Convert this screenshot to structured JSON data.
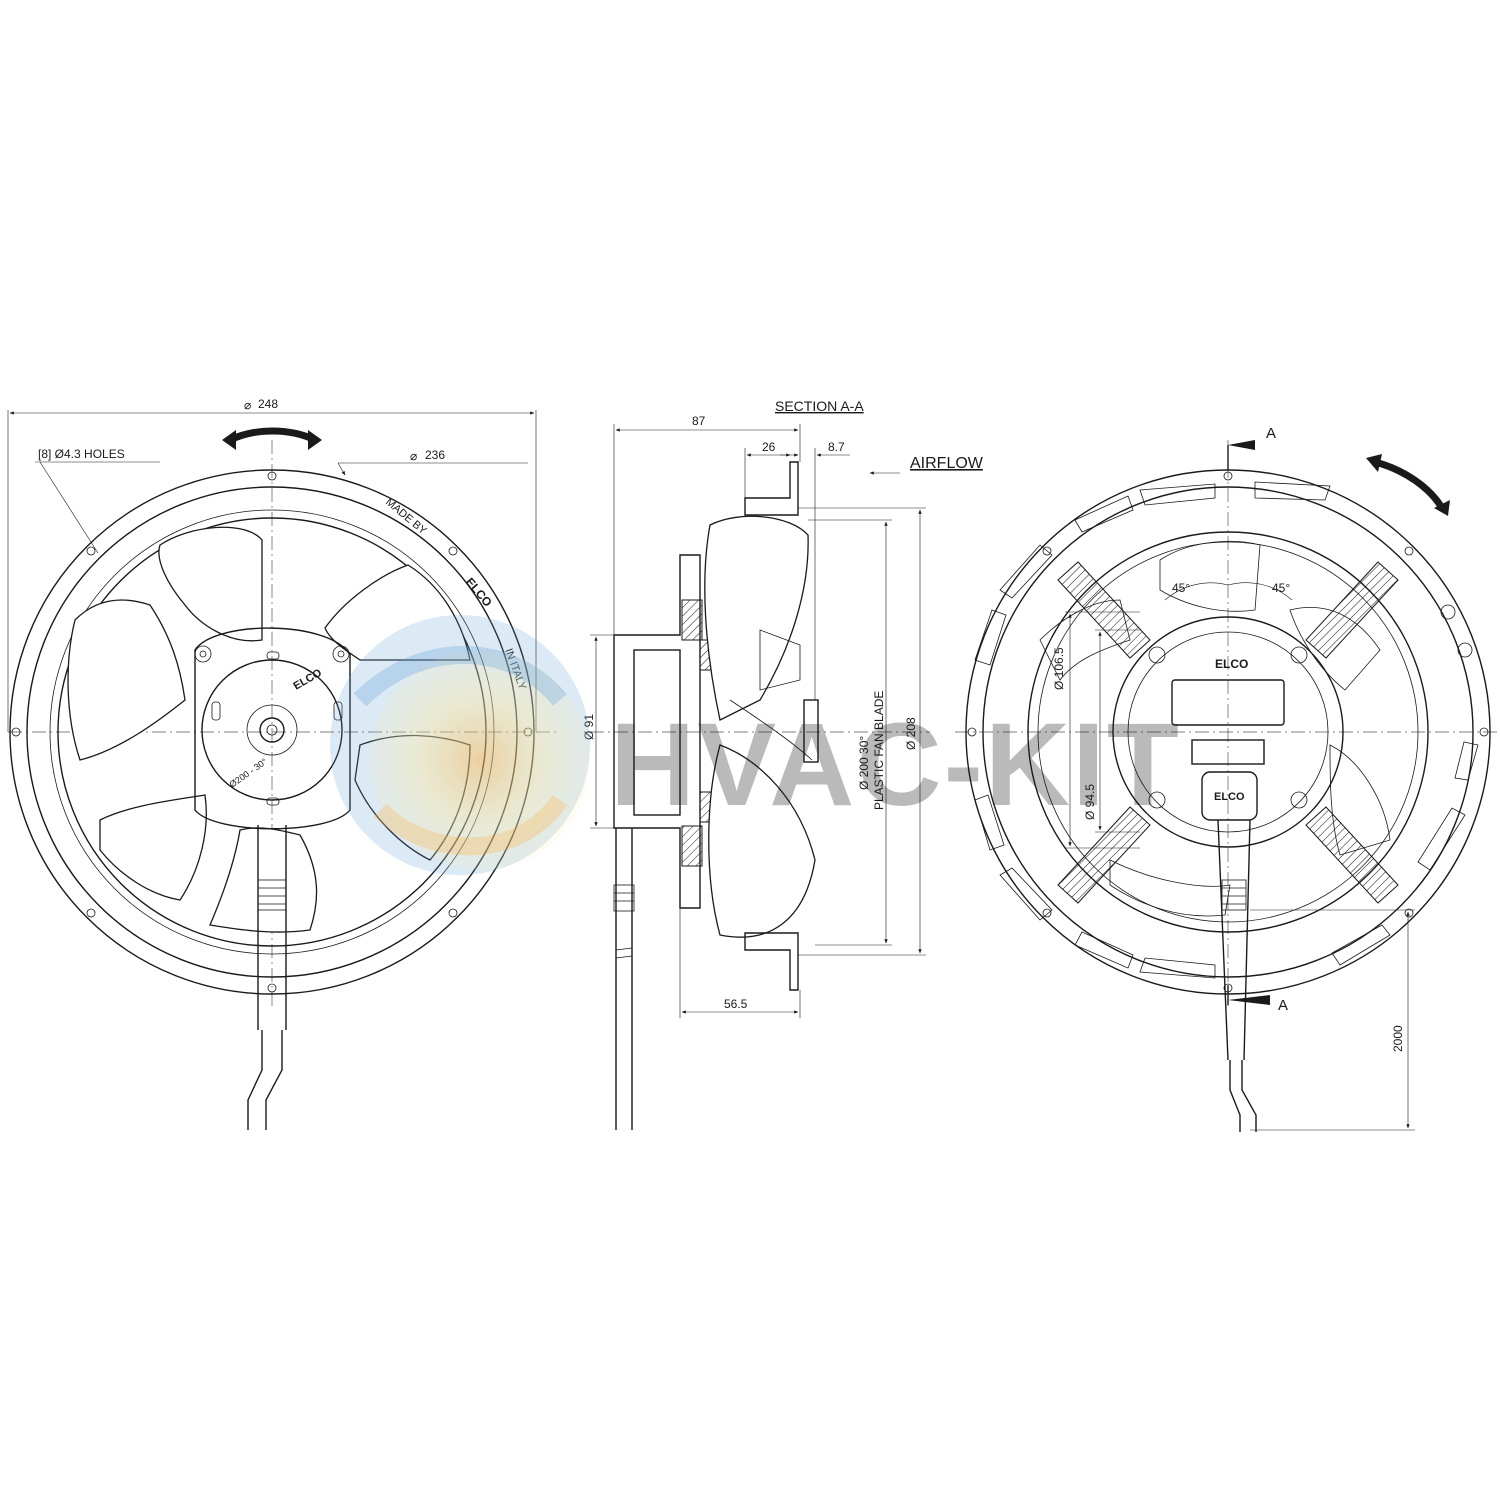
{
  "colors": {
    "ink": "#1a1a1a",
    "watermark_blue": "#5b9bd5",
    "watermark_yellow": "#f9e79f",
    "watermark_orange": "#f5b041"
  },
  "front_view": {
    "dia_outer": "248",
    "dia_ring": "236",
    "holes_note": "[8] Ø4.3 HOLES",
    "ring_text_made_by": "MADE BY",
    "ring_text_in_italy": "IN ITALY",
    "hub_logo": "ELCO",
    "hub_code": "Ø200 - 30°",
    "rotation_icon": "double-arrow-icon"
  },
  "section_view": {
    "title": "SECTION A-A",
    "dim_87": "87",
    "dim_26": "26",
    "dim_8_7": "8.7",
    "dim_56_5": "56.5",
    "dia_91": "Ø 91",
    "dia_200_line1": "Ø 200 30°",
    "dia_200_line2": "PLASTIC FAN BLADE",
    "dia_208": "Ø 208",
    "airflow": "AIRFLOW"
  },
  "rear_view": {
    "section_mark_top": "A",
    "section_mark_bottom": "A",
    "angle_left": "45°",
    "angle_right": "45°",
    "dia_106_5": "Ø 106.5",
    "dia_94_5": "Ø 94.5",
    "cable_length": "2000",
    "logo": "ELCO",
    "rotation_icon": "double-arrow-icon"
  },
  "watermark": {
    "text": "HVAC-KIT"
  }
}
